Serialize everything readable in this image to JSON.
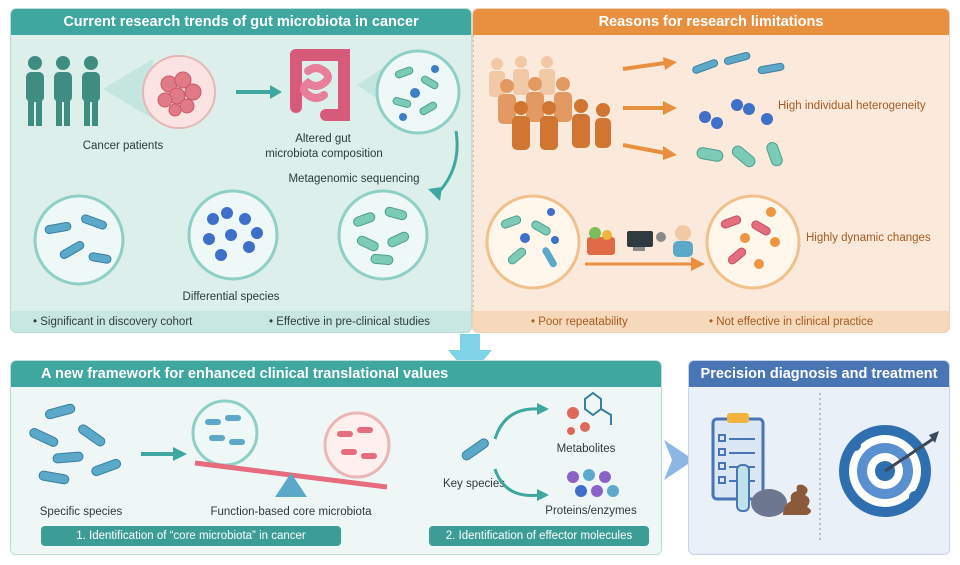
{
  "colors": {
    "teal": "#3fa79f",
    "teal_light": "#dff1ee",
    "orange": "#e8903f",
    "orange_light": "#fbe9d6",
    "blue": "#4a75b5",
    "blue_light": "#eaf0f8"
  },
  "top_left": {
    "title": "Current research trends of gut microbiota in cancer",
    "cancer_patients": "Cancer patients",
    "altered_line1": "Altered gut",
    "altered_line2": "microbiota composition",
    "metagenomic": "Metagenomic sequencing",
    "differential": "Differential species",
    "bullet1": "• Significant in discovery cohort",
    "bullet2": "• Effective in pre-clinical studies"
  },
  "top_right": {
    "title": "Reasons for research limitations",
    "heterogeneity": "High individual heterogeneity",
    "dynamic": "Highly dynamic changes",
    "bullet1": "• Poor repeatability",
    "bullet2": "• Not effective in clinical practice"
  },
  "bottom_left": {
    "title": "A new framework for enhanced clinical translational values",
    "specific": "Specific species",
    "core": "Function-based core microbiota",
    "key": "Key species",
    "metabolites": "Metabolites",
    "proteins": "Proteins/enzymes",
    "step1": "1. Identification of “core microbiota” in cancer",
    "step2": "2. Identification of effector molecules"
  },
  "bottom_right": {
    "title": "Precision diagnosis and treatment"
  }
}
